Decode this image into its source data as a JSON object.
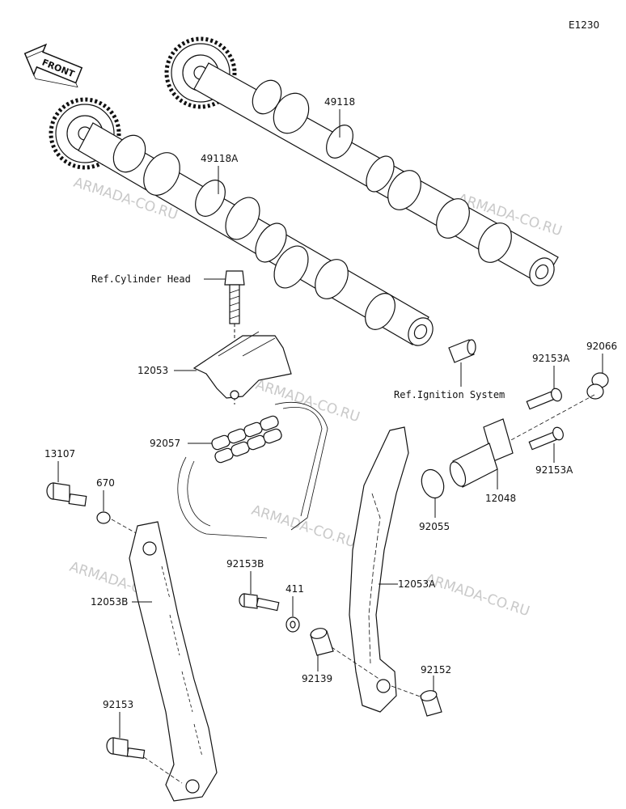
{
  "diagram_code": "E1230",
  "front_label": "FRONT",
  "watermarks": [
    "ARMADA-CO.RU",
    "ARMADA-CO.RU",
    "ARMADA-CO.RU",
    "ARMADA-CO.RU",
    "ARMADA-CO.RU",
    "ARMADA-CO.RU"
  ],
  "refs": {
    "cylinder_head": "Ref.Cylinder Head",
    "ignition_system": "Ref.Ignition System"
  },
  "parts": {
    "p49118": "49118",
    "p49118A": "49118A",
    "p12053": "12053",
    "p92057": "92057",
    "p92153A_top": "92153A",
    "p92066": "92066",
    "p92153A_bottom": "92153A",
    "p12048": "12048",
    "p92055": "92055",
    "p13107": "13107",
    "p670": "670",
    "p12053B": "12053B",
    "p92153B": "92153B",
    "p411": "411",
    "p92139": "92139",
    "p12053A": "12053A",
    "p92152": "92152",
    "p92153": "92153"
  }
}
